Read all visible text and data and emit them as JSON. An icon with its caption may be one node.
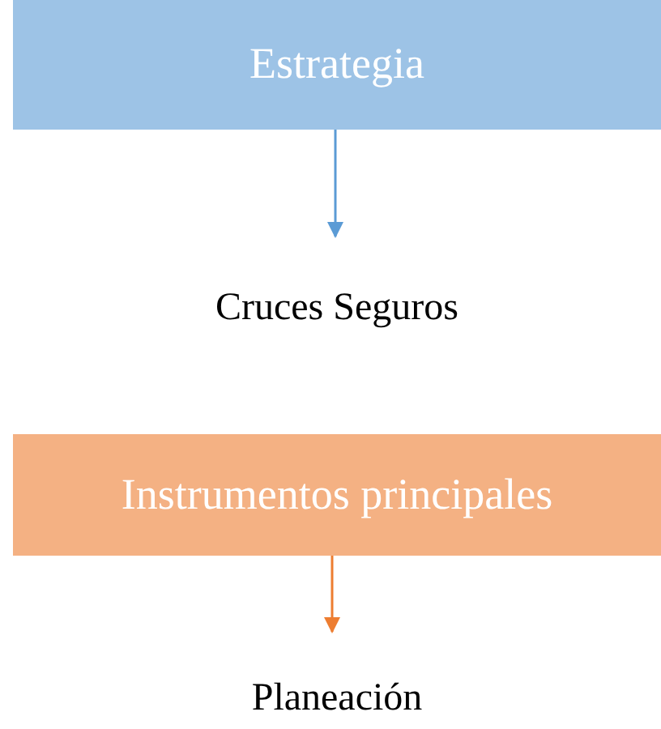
{
  "diagram": {
    "nodes": [
      {
        "text": [
          "Estrategia"
        ]
      },
      {
        "text": [
          "Cruces Seguros"
        ]
      },
      {
        "text": [
          "Instrumentos principales"
        ]
      },
      {
        "text": [
          "Planeación"
        ]
      }
    ],
    "edges": [
      {
        "from": 0,
        "to": 1,
        "arrow": "to",
        "color": "#5b9bd5"
      },
      {
        "from": 2,
        "to": 3,
        "arrow": "to",
        "color": "#ed7d31"
      }
    ]
  }
}
